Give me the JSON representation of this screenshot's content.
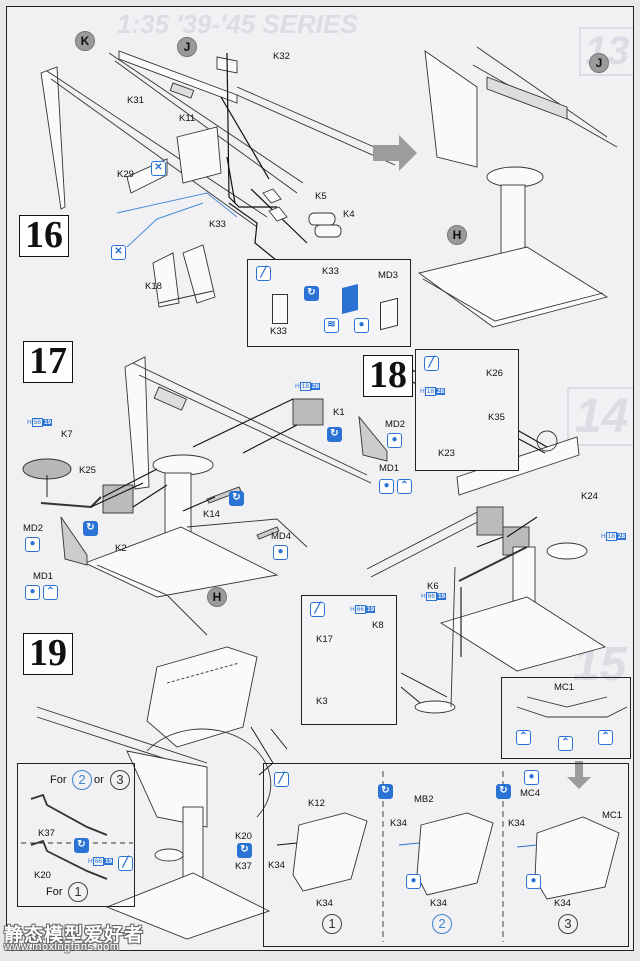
{
  "header": {
    "series_title": "1:35 '39-'45 SERIES",
    "ghost_page_number": "13",
    "ghost_step_14": "14",
    "ghost_step_15": "15"
  },
  "colors": {
    "accent_blue": "#2a73d4",
    "line_art": "#333333",
    "subassembly_grey": "#9a9a9a",
    "background": "#f1f1f4"
  },
  "step16": {
    "number": "16",
    "subassembly_markers": [
      "K",
      "J",
      "J",
      "H"
    ],
    "parts": [
      "K32",
      "K31",
      "K11",
      "K29",
      "K5",
      "K4",
      "K33",
      "K18"
    ],
    "icons": [
      "cement-not-needed-icon",
      "cement-not-needed-icon"
    ],
    "detail": {
      "parts": [
        "K33",
        "K33",
        "MD3"
      ],
      "icons": [
        "cement-icon",
        "flip-icon",
        "glue-area-icon",
        "water-decal-icon"
      ]
    }
  },
  "step17": {
    "number": "17",
    "parts": [
      "K7",
      "K25",
      "MD2",
      "MD1",
      "K2",
      "K14",
      "K1",
      "MD2",
      "MD1",
      "MD4"
    ],
    "subassembly_marker": "H",
    "refs": [
      {
        "prefix": "H",
        "a": "56",
        "b": "19"
      },
      {
        "prefix": "H",
        "a": "18",
        "b": "28"
      }
    ],
    "icons": [
      "water-decal-icon",
      "water-decal-icon",
      "fold-up-icon",
      "flip-icon",
      "flip-icon",
      "flip-icon",
      "water-decal-icon",
      "water-decal-icon",
      "fold-up-icon",
      "water-decal-icon"
    ]
  },
  "step18": {
    "number": "18",
    "detail": {
      "parts": [
        "K26",
        "K35",
        "K23"
      ],
      "ref": {
        "prefix": "H",
        "a": "18",
        "b": "28"
      }
    },
    "parts": [
      "K24",
      "K6"
    ],
    "refs": [
      {
        "prefix": "H",
        "a": "18",
        "b": "28"
      },
      {
        "prefix": "H",
        "a": "66",
        "b": "19"
      }
    ],
    "subdetail": {
      "parts": [
        "K17",
        "K8",
        "K3"
      ],
      "ref": {
        "prefix": "H",
        "a": "66",
        "b": "19"
      }
    }
  },
  "step19": {
    "number": "19",
    "option_box": {
      "for_top": "For",
      "or": "or",
      "opt2": "2",
      "opt3": "3",
      "part_top": "K37",
      "part_bottom": "K20",
      "for_bottom": "For",
      "opt1": "1",
      "ref": {
        "prefix": "H",
        "a": "66",
        "b": "19"
      }
    },
    "main_labels": [
      "K20",
      "K37"
    ],
    "mc1_box": {
      "label": "MC1"
    },
    "variants": [
      {
        "num": "1",
        "parts": [
          "K12",
          "K34",
          "K34"
        ]
      },
      {
        "num": "2",
        "parts": [
          "MB2",
          "K34",
          "K34"
        ]
      },
      {
        "num": "3",
        "parts": [
          "MC4",
          "K34",
          "MC1",
          "K34"
        ]
      }
    ]
  },
  "watermark": {
    "cn": "静态模型爱好者",
    "url": "www.moxingfans.com"
  }
}
